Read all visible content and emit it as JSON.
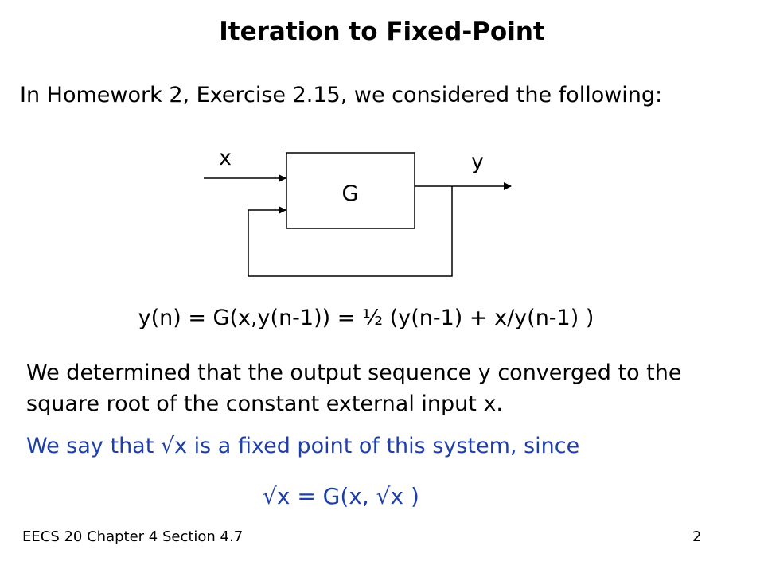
{
  "title": "Iteration to Fixed-Point",
  "intro": "In Homework 2, Exercise 2.15, we considered the following:",
  "diagram": {
    "block_label": "G",
    "input_label": "x",
    "output_label": "y"
  },
  "equation": "y(n) = G(x,y(n-1)) = ½ (y(n-1) + x/y(n-1) )",
  "paragraph": {
    "line1": "We determined that the output sequence y converged to the",
    "line2": "square root of the constant external input x."
  },
  "fixed_point_text": "We say that √x is a fixed point of this system, since",
  "fixed_point_equation": "√x = G(x, √x )",
  "footer": {
    "left": "EECS 20 Chapter 4 Section 4.7",
    "page_number": "2"
  },
  "colors": {
    "text": "#000000",
    "accent_blue": "#1f3fa8"
  }
}
